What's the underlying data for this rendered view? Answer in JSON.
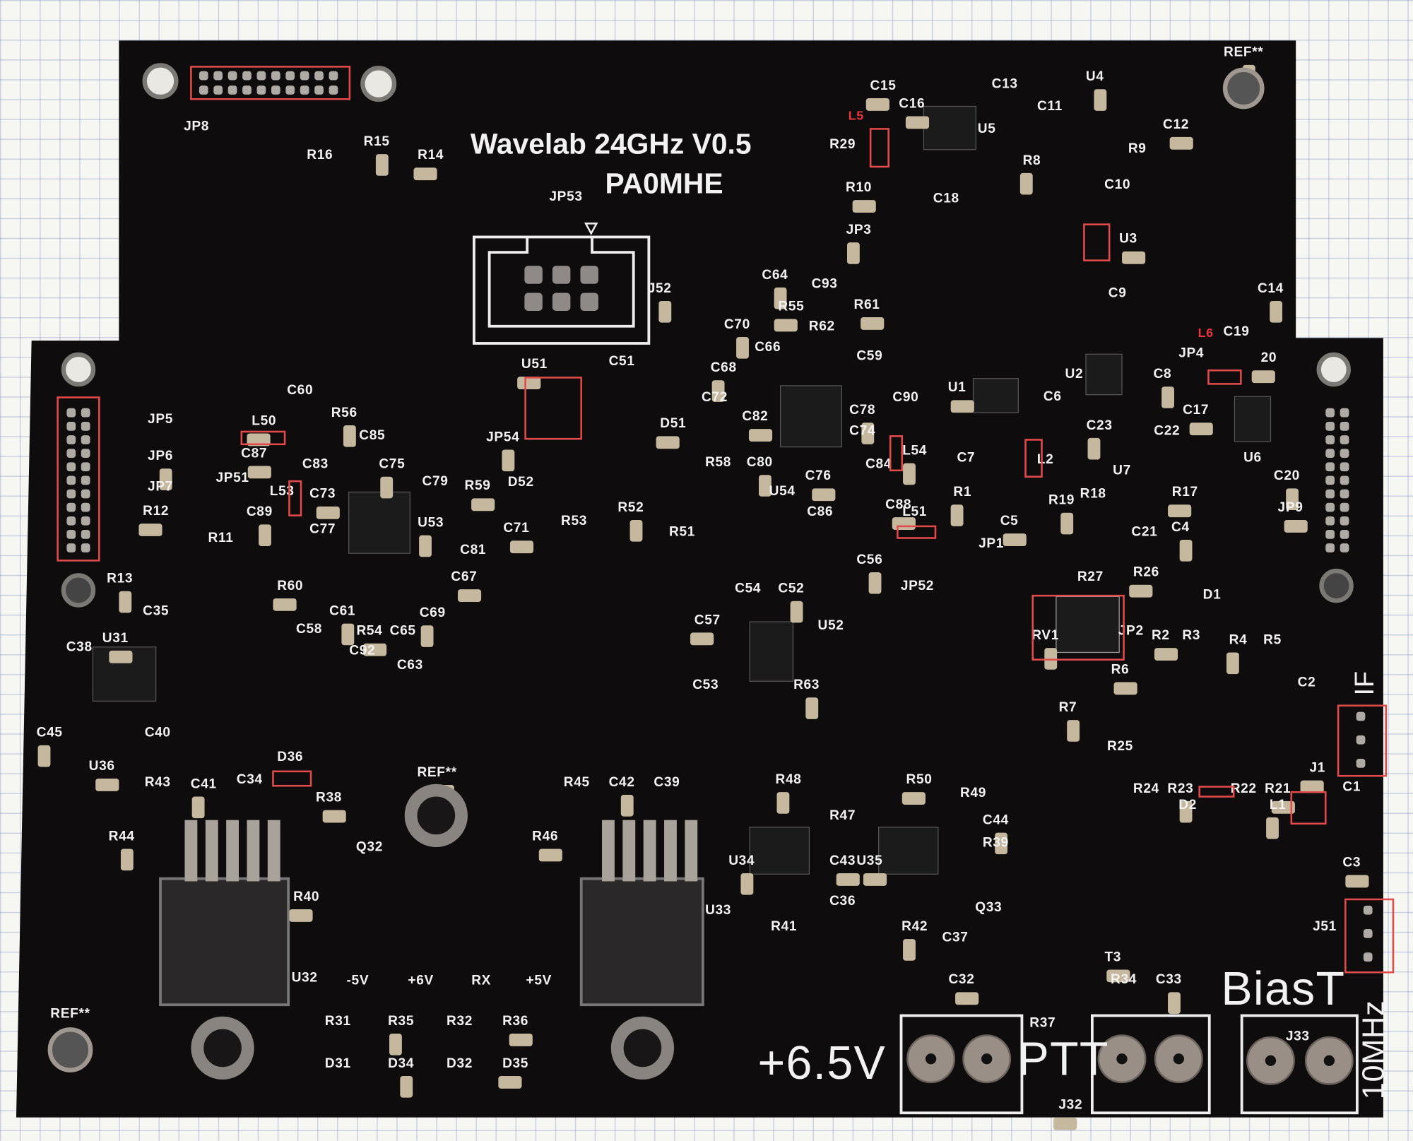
{
  "board": {
    "title": "Wavelab 24GHz  V0.5",
    "author": "PA0MHE",
    "power_label": "+6.5V",
    "ptt_label": "PTT",
    "biast_label": "BiasT",
    "ref_label": "10MHz",
    "if_label": "IF",
    "led_labels": [
      "-5V",
      "+6V",
      "RX",
      "+5V"
    ],
    "annotations": [
      "L5",
      "L6"
    ]
  },
  "colors": {
    "board": "#0e0c0c",
    "silkscreen": "#f2f2f2",
    "highlight": "#e34a4a",
    "pad": "#b9ad9c"
  },
  "silkscreen": {
    "labels": [
      "C15",
      "C13",
      "U4",
      "C11",
      "C12",
      "R9",
      "R8",
      "C10",
      "U3",
      "C9",
      "C14",
      "C19",
      "20",
      "JP4",
      "C8",
      "U2",
      "U1",
      "C6",
      "C23",
      "C22",
      "C17",
      "U6",
      "C20",
      "U7",
      "R17",
      "R18",
      "R19",
      "C7",
      "C5",
      "L2",
      "R1",
      "JP1",
      "JP9",
      "C21",
      "C4",
      "R27",
      "R26",
      "D1",
      "RV1",
      "JP2",
      "R2",
      "R3",
      "R4",
      "R5",
      "R6",
      "C2",
      "R7",
      "R25",
      "J1",
      "R24",
      "R23",
      "R22",
      "R21",
      "D2",
      "L1",
      "C1",
      "C3",
      "J51",
      "C64",
      "C93",
      "R55",
      "R62",
      "C70",
      "C66",
      "R61",
      "C59",
      "C68",
      "C72",
      "C82",
      "C90",
      "C78",
      "C74",
      "D51",
      "R58",
      "C80",
      "U54",
      "C76",
      "C84",
      "L54",
      "C86",
      "C88",
      "L51",
      "C56",
      "JP52",
      "U51",
      "C51",
      "JP54",
      "D52",
      "R59",
      "C79",
      "U53",
      "C81",
      "C71",
      "R53",
      "R52",
      "R51",
      "L50",
      "C60",
      "R56",
      "C85",
      "C87",
      "C83",
      "C75",
      "JP51",
      "C73",
      "L53",
      "C89",
      "C77",
      "R60",
      "C58",
      "C61",
      "C92",
      "R54",
      "C65",
      "C69",
      "C63",
      "C67",
      "JP5",
      "JP6",
      "JP7",
      "R12",
      "R11",
      "R13",
      "C35",
      "U31",
      "C38",
      "C45",
      "C40",
      "U36",
      "JP8",
      "R15",
      "R16",
      "R14",
      "JP53",
      "J52",
      "U5",
      "R10",
      "C18",
      "JP3",
      "R29",
      "C16",
      "C54",
      "C52",
      "U52",
      "C57",
      "C53",
      "R63",
      "D36",
      "REF**",
      "R43",
      "C41",
      "C34",
      "R38",
      "Q32",
      "R44",
      "U32",
      "R40",
      "R45",
      "C42",
      "C39",
      "R46",
      "U33",
      "R48",
      "R47",
      "C43",
      "C36",
      "U34",
      "R41",
      "R50",
      "R49",
      "C44",
      "R39",
      "U35",
      "Q33",
      "R42",
      "C37",
      "C32",
      "R34",
      "C33",
      "R37",
      "J32",
      "J33",
      "REF**",
      "REF**",
      "T3",
      "R31",
      "R35",
      "R32",
      "R36",
      "D31",
      "D34",
      "D32",
      "D35"
    ]
  }
}
